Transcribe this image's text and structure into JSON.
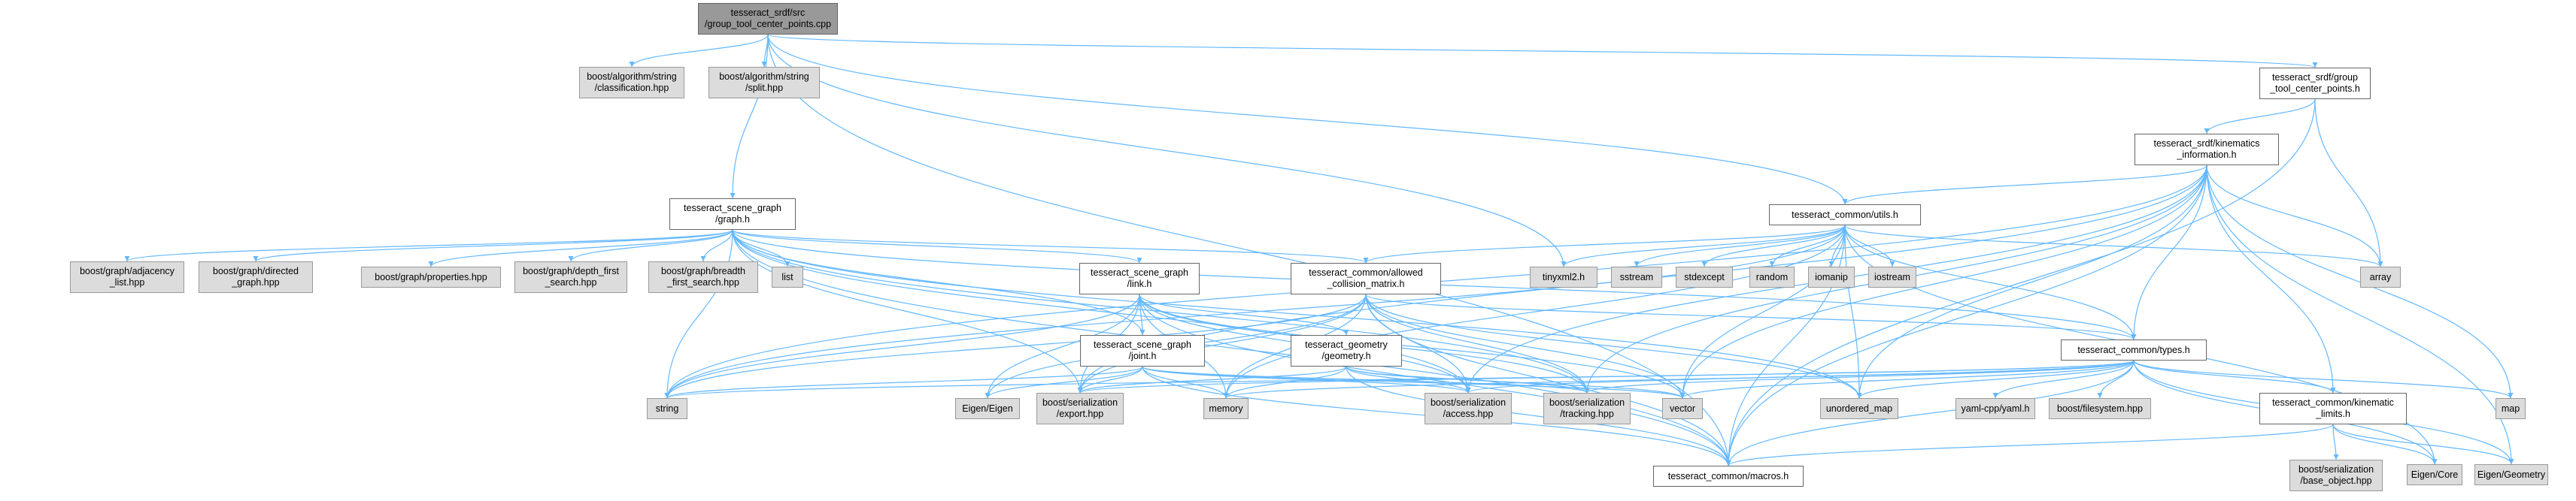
{
  "colors": {
    "edge": "#63b8ff",
    "node_fill": "#dcdcdc",
    "doc_fill": "#ffffff",
    "root_fill": "#999999",
    "border": "#666666"
  },
  "nodes": [
    {
      "id": "root",
      "lines": [
        "tesseract_srdf/src",
        "/group_tool_center_points.cpp"
      ],
      "kind": "root"
    },
    {
      "id": "classification",
      "lines": [
        "boost/algorithm/string",
        "/classification.hpp"
      ],
      "kind": "ext"
    },
    {
      "id": "split",
      "lines": [
        "boost/algorithm/string",
        "/split.hpp"
      ],
      "kind": "ext"
    },
    {
      "id": "gtcp_h",
      "lines": [
        "tesseract_srdf/group",
        "_tool_center_points.h"
      ],
      "kind": "doc"
    },
    {
      "id": "kin_info",
      "lines": [
        "tesseract_srdf/kinematics",
        "_information.h"
      ],
      "kind": "doc"
    },
    {
      "id": "graph_h",
      "lines": [
        "tesseract_scene_graph",
        "/graph.h"
      ],
      "kind": "doc"
    },
    {
      "id": "utils_h",
      "lines": [
        "tesseract_common/utils.h"
      ],
      "kind": "doc"
    },
    {
      "id": "adjacency",
      "lines": [
        "boost/graph/adjacency",
        "_list.hpp"
      ],
      "kind": "ext"
    },
    {
      "id": "directed",
      "lines": [
        "boost/graph/directed",
        "_graph.hpp"
      ],
      "kind": "ext"
    },
    {
      "id": "properties",
      "lines": [
        "boost/graph/properties.hpp"
      ],
      "kind": "ext"
    },
    {
      "id": "dfs",
      "lines": [
        "boost/graph/depth_first",
        "_search.hpp"
      ],
      "kind": "ext"
    },
    {
      "id": "bfs",
      "lines": [
        "boost/graph/breadth",
        "_first_search.hpp"
      ],
      "kind": "ext"
    },
    {
      "id": "list",
      "lines": [
        "list"
      ],
      "kind": "ext"
    },
    {
      "id": "link_h",
      "lines": [
        "tesseract_scene_graph",
        "/link.h"
      ],
      "kind": "doc"
    },
    {
      "id": "acm_h",
      "lines": [
        "tesseract_common/allowed",
        "_collision_matrix.h"
      ],
      "kind": "doc"
    },
    {
      "id": "tinyxml2",
      "lines": [
        "tinyxml2.h"
      ],
      "kind": "ext"
    },
    {
      "id": "sstream",
      "lines": [
        "sstream"
      ],
      "kind": "ext"
    },
    {
      "id": "stdexcept",
      "lines": [
        "stdexcept"
      ],
      "kind": "ext"
    },
    {
      "id": "random",
      "lines": [
        "random"
      ],
      "kind": "ext"
    },
    {
      "id": "iomanip",
      "lines": [
        "iomanip"
      ],
      "kind": "ext"
    },
    {
      "id": "iostream",
      "lines": [
        "iostream"
      ],
      "kind": "ext"
    },
    {
      "id": "array",
      "lines": [
        "array"
      ],
      "kind": "ext"
    },
    {
      "id": "joint_h",
      "lines": [
        "tesseract_scene_graph",
        "/joint.h"
      ],
      "kind": "doc"
    },
    {
      "id": "geometry_h",
      "lines": [
        "tesseract_geometry",
        "/geometry.h"
      ],
      "kind": "doc"
    },
    {
      "id": "types_h",
      "lines": [
        "tesseract_common/types.h"
      ],
      "kind": "doc"
    },
    {
      "id": "string",
      "lines": [
        "string"
      ],
      "kind": "ext"
    },
    {
      "id": "eigen",
      "lines": [
        "Eigen/Eigen"
      ],
      "kind": "ext"
    },
    {
      "id": "export",
      "lines": [
        "boost/serialization",
        "/export.hpp"
      ],
      "kind": "ext"
    },
    {
      "id": "memory",
      "lines": [
        "memory"
      ],
      "kind": "ext"
    },
    {
      "id": "access",
      "lines": [
        "boost/serialization",
        "/access.hpp"
      ],
      "kind": "ext"
    },
    {
      "id": "tracking",
      "lines": [
        "boost/serialization",
        "/tracking.hpp"
      ],
      "kind": "ext"
    },
    {
      "id": "vector",
      "lines": [
        "vector"
      ],
      "kind": "ext"
    },
    {
      "id": "unordered_map",
      "lines": [
        "unordered_map"
      ],
      "kind": "ext"
    },
    {
      "id": "yaml",
      "lines": [
        "yaml-cpp/yaml.h"
      ],
      "kind": "ext"
    },
    {
      "id": "filesystem",
      "lines": [
        "boost/filesystem.hpp"
      ],
      "kind": "ext"
    },
    {
      "id": "kin_limits",
      "lines": [
        "tesseract_common/kinematic",
        "_limits.h"
      ],
      "kind": "doc"
    },
    {
      "id": "map",
      "lines": [
        "map"
      ],
      "kind": "ext"
    },
    {
      "id": "macros_h",
      "lines": [
        "tesseract_common/macros.h"
      ],
      "kind": "doc"
    },
    {
      "id": "base_object",
      "lines": [
        "boost/serialization",
        "/base_object.hpp"
      ],
      "kind": "ext"
    },
    {
      "id": "eigen_core",
      "lines": [
        "Eigen/Core"
      ],
      "kind": "ext"
    },
    {
      "id": "eigen_geometry",
      "lines": [
        "Eigen/Geometry"
      ],
      "kind": "ext"
    }
  ],
  "edges": [
    [
      "root",
      "classification"
    ],
    [
      "root",
      "split"
    ],
    [
      "root",
      "gtcp_h"
    ],
    [
      "root",
      "graph_h"
    ],
    [
      "root",
      "utils_h"
    ],
    [
      "root",
      "tinyxml2"
    ],
    [
      "root",
      "macros_h"
    ],
    [
      "gtcp_h",
      "kin_info"
    ],
    [
      "gtcp_h",
      "array"
    ],
    [
      "gtcp_h",
      "macros_h"
    ],
    [
      "kin_info",
      "utils_h"
    ],
    [
      "kin_info",
      "types_h"
    ],
    [
      "kin_info",
      "kin_limits"
    ],
    [
      "kin_info",
      "string"
    ],
    [
      "kin_info",
      "vector"
    ],
    [
      "kin_info",
      "unordered_map"
    ],
    [
      "kin_info",
      "array"
    ],
    [
      "kin_info",
      "map"
    ],
    [
      "kin_info",
      "macros_h"
    ],
    [
      "kin_info",
      "eigen_geometry"
    ],
    [
      "kin_info",
      "export"
    ],
    [
      "kin_info",
      "access"
    ],
    [
      "kin_info",
      "tracking"
    ],
    [
      "graph_h",
      "adjacency"
    ],
    [
      "graph_h",
      "directed"
    ],
    [
      "graph_h",
      "properties"
    ],
    [
      "graph_h",
      "dfs"
    ],
    [
      "graph_h",
      "bfs"
    ],
    [
      "graph_h",
      "list"
    ],
    [
      "graph_h",
      "link_h"
    ],
    [
      "graph_h",
      "joint_h"
    ],
    [
      "graph_h",
      "acm_h"
    ],
    [
      "graph_h",
      "string"
    ],
    [
      "graph_h",
      "unordered_map"
    ],
    [
      "graph_h",
      "types_h"
    ],
    [
      "graph_h",
      "macros_h"
    ],
    [
      "graph_h",
      "export"
    ],
    [
      "graph_h",
      "access"
    ],
    [
      "graph_h",
      "tracking"
    ],
    [
      "utils_h",
      "acm_h"
    ],
    [
      "utils_h",
      "types_h"
    ],
    [
      "utils_h",
      "tinyxml2"
    ],
    [
      "utils_h",
      "sstream"
    ],
    [
      "utils_h",
      "stdexcept"
    ],
    [
      "utils_h",
      "random"
    ],
    [
      "utils_h",
      "iomanip"
    ],
    [
      "utils_h",
      "iostream"
    ],
    [
      "utils_h",
      "array"
    ],
    [
      "utils_h",
      "string"
    ],
    [
      "utils_h",
      "vector"
    ],
    [
      "utils_h",
      "memory"
    ],
    [
      "utils_h",
      "eigen_core"
    ],
    [
      "utils_h",
      "unordered_map"
    ],
    [
      "utils_h",
      "macros_h"
    ],
    [
      "link_h",
      "joint_h"
    ],
    [
      "link_h",
      "geometry_h"
    ],
    [
      "link_h",
      "string"
    ],
    [
      "link_h",
      "vector"
    ],
    [
      "link_h",
      "memory"
    ],
    [
      "link_h",
      "eigen"
    ],
    [
      "link_h",
      "export"
    ],
    [
      "link_h",
      "access"
    ],
    [
      "link_h",
      "tracking"
    ],
    [
      "link_h",
      "macros_h"
    ],
    [
      "acm_h",
      "types_h"
    ],
    [
      "acm_h",
      "string"
    ],
    [
      "acm_h",
      "vector"
    ],
    [
      "acm_h",
      "unordered_map"
    ],
    [
      "acm_h",
      "memory"
    ],
    [
      "acm_h",
      "eigen"
    ],
    [
      "acm_h",
      "export"
    ],
    [
      "acm_h",
      "access"
    ],
    [
      "acm_h",
      "tracking"
    ],
    [
      "acm_h",
      "macros_h"
    ],
    [
      "joint_h",
      "string"
    ],
    [
      "joint_h",
      "eigen"
    ],
    [
      "joint_h",
      "memory"
    ],
    [
      "joint_h",
      "vector"
    ],
    [
      "joint_h",
      "export"
    ],
    [
      "joint_h",
      "access"
    ],
    [
      "joint_h",
      "tracking"
    ],
    [
      "joint_h",
      "macros_h"
    ],
    [
      "geometry_h",
      "memory"
    ],
    [
      "geometry_h",
      "vector"
    ],
    [
      "geometry_h",
      "export"
    ],
    [
      "geometry_h",
      "access"
    ],
    [
      "geometry_h",
      "tracking"
    ],
    [
      "geometry_h",
      "macros_h"
    ],
    [
      "types_h",
      "kin_limits"
    ],
    [
      "types_h",
      "string"
    ],
    [
      "types_h",
      "vector"
    ],
    [
      "types_h",
      "memory"
    ],
    [
      "types_h",
      "map"
    ],
    [
      "types_h",
      "unordered_map"
    ],
    [
      "types_h",
      "yaml"
    ],
    [
      "types_h",
      "filesystem"
    ],
    [
      "types_h",
      "eigen_core"
    ],
    [
      "types_h",
      "eigen_geometry"
    ],
    [
      "types_h",
      "access"
    ],
    [
      "types_h",
      "tracking"
    ],
    [
      "types_h",
      "export"
    ],
    [
      "types_h",
      "macros_h"
    ],
    [
      "kin_limits",
      "eigen_core"
    ],
    [
      "kin_limits",
      "base_object"
    ],
    [
      "kin_limits",
      "macros_h"
    ],
    [
      "kin_limits",
      "eigen_geometry"
    ]
  ]
}
